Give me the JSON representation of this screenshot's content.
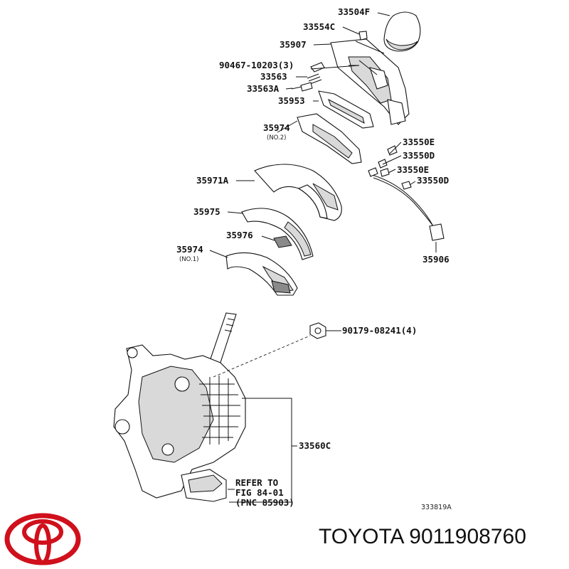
{
  "parts": {
    "p33504F": "33504F",
    "p33554C": "33554C",
    "p35907": "35907",
    "p90467": "90467-10203(3)",
    "p33563": "33563",
    "p33563A": "33563A",
    "p35953": "35953",
    "p35974_no2": "35974",
    "p35974_no2_sub": "(NO.2)",
    "p35971A": "35971A",
    "p33550E_1": "33550E",
    "p33550D_1": "33550D",
    "p33550E_2": "33550E",
    "p33550D_2": "33550D",
    "p35975": "35975",
    "p35976": "35976",
    "p35906": "35906",
    "p35974_no1": "35974",
    "p35974_no1_sub": "(NO.1)",
    "p90179": "90179-08241(4)",
    "p33560C": "33560C",
    "refer_line1": "REFER TO",
    "refer_line2": "FIG 84-01",
    "refer_line3": "(PNC 85903)"
  },
  "figure_id": "333819A",
  "footer": {
    "brand": "TOYOTA",
    "part_number": "9011908760",
    "logo_color": "#d0101c"
  }
}
